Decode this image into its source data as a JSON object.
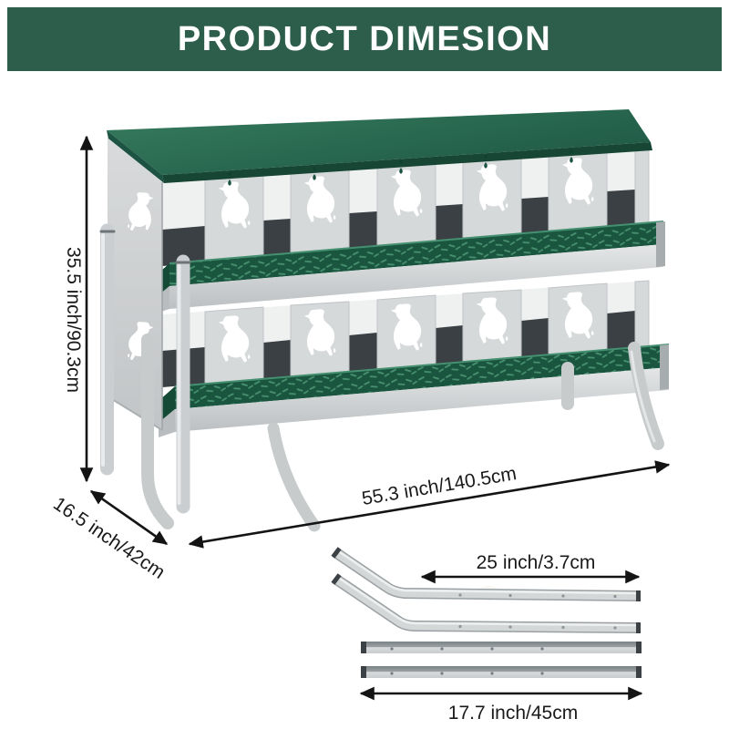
{
  "banner": {
    "title": "PRODUCT DIMESION",
    "bg_color": "#2d5e4c",
    "text_color": "#ffffff"
  },
  "product": {
    "name": "two-tier chicken nesting box with roll-out egg trays",
    "tiers": 2,
    "nests_per_tier": 5,
    "colors": {
      "roof_green": "#2a6e54",
      "tray_green": "#1a563f",
      "metal_gray": "#d7dadb",
      "interior_dark": "#3a4043"
    }
  },
  "dimensions": {
    "height": "35.5 inch/90.3cm",
    "depth": "16.5 inch/42cm",
    "width": "55.3 inch/140.5cm",
    "perch_upper": "25 inch/3.7cm",
    "perch_lower": "17.7 inch/45cm"
  },
  "arrow_color": "#141414"
}
